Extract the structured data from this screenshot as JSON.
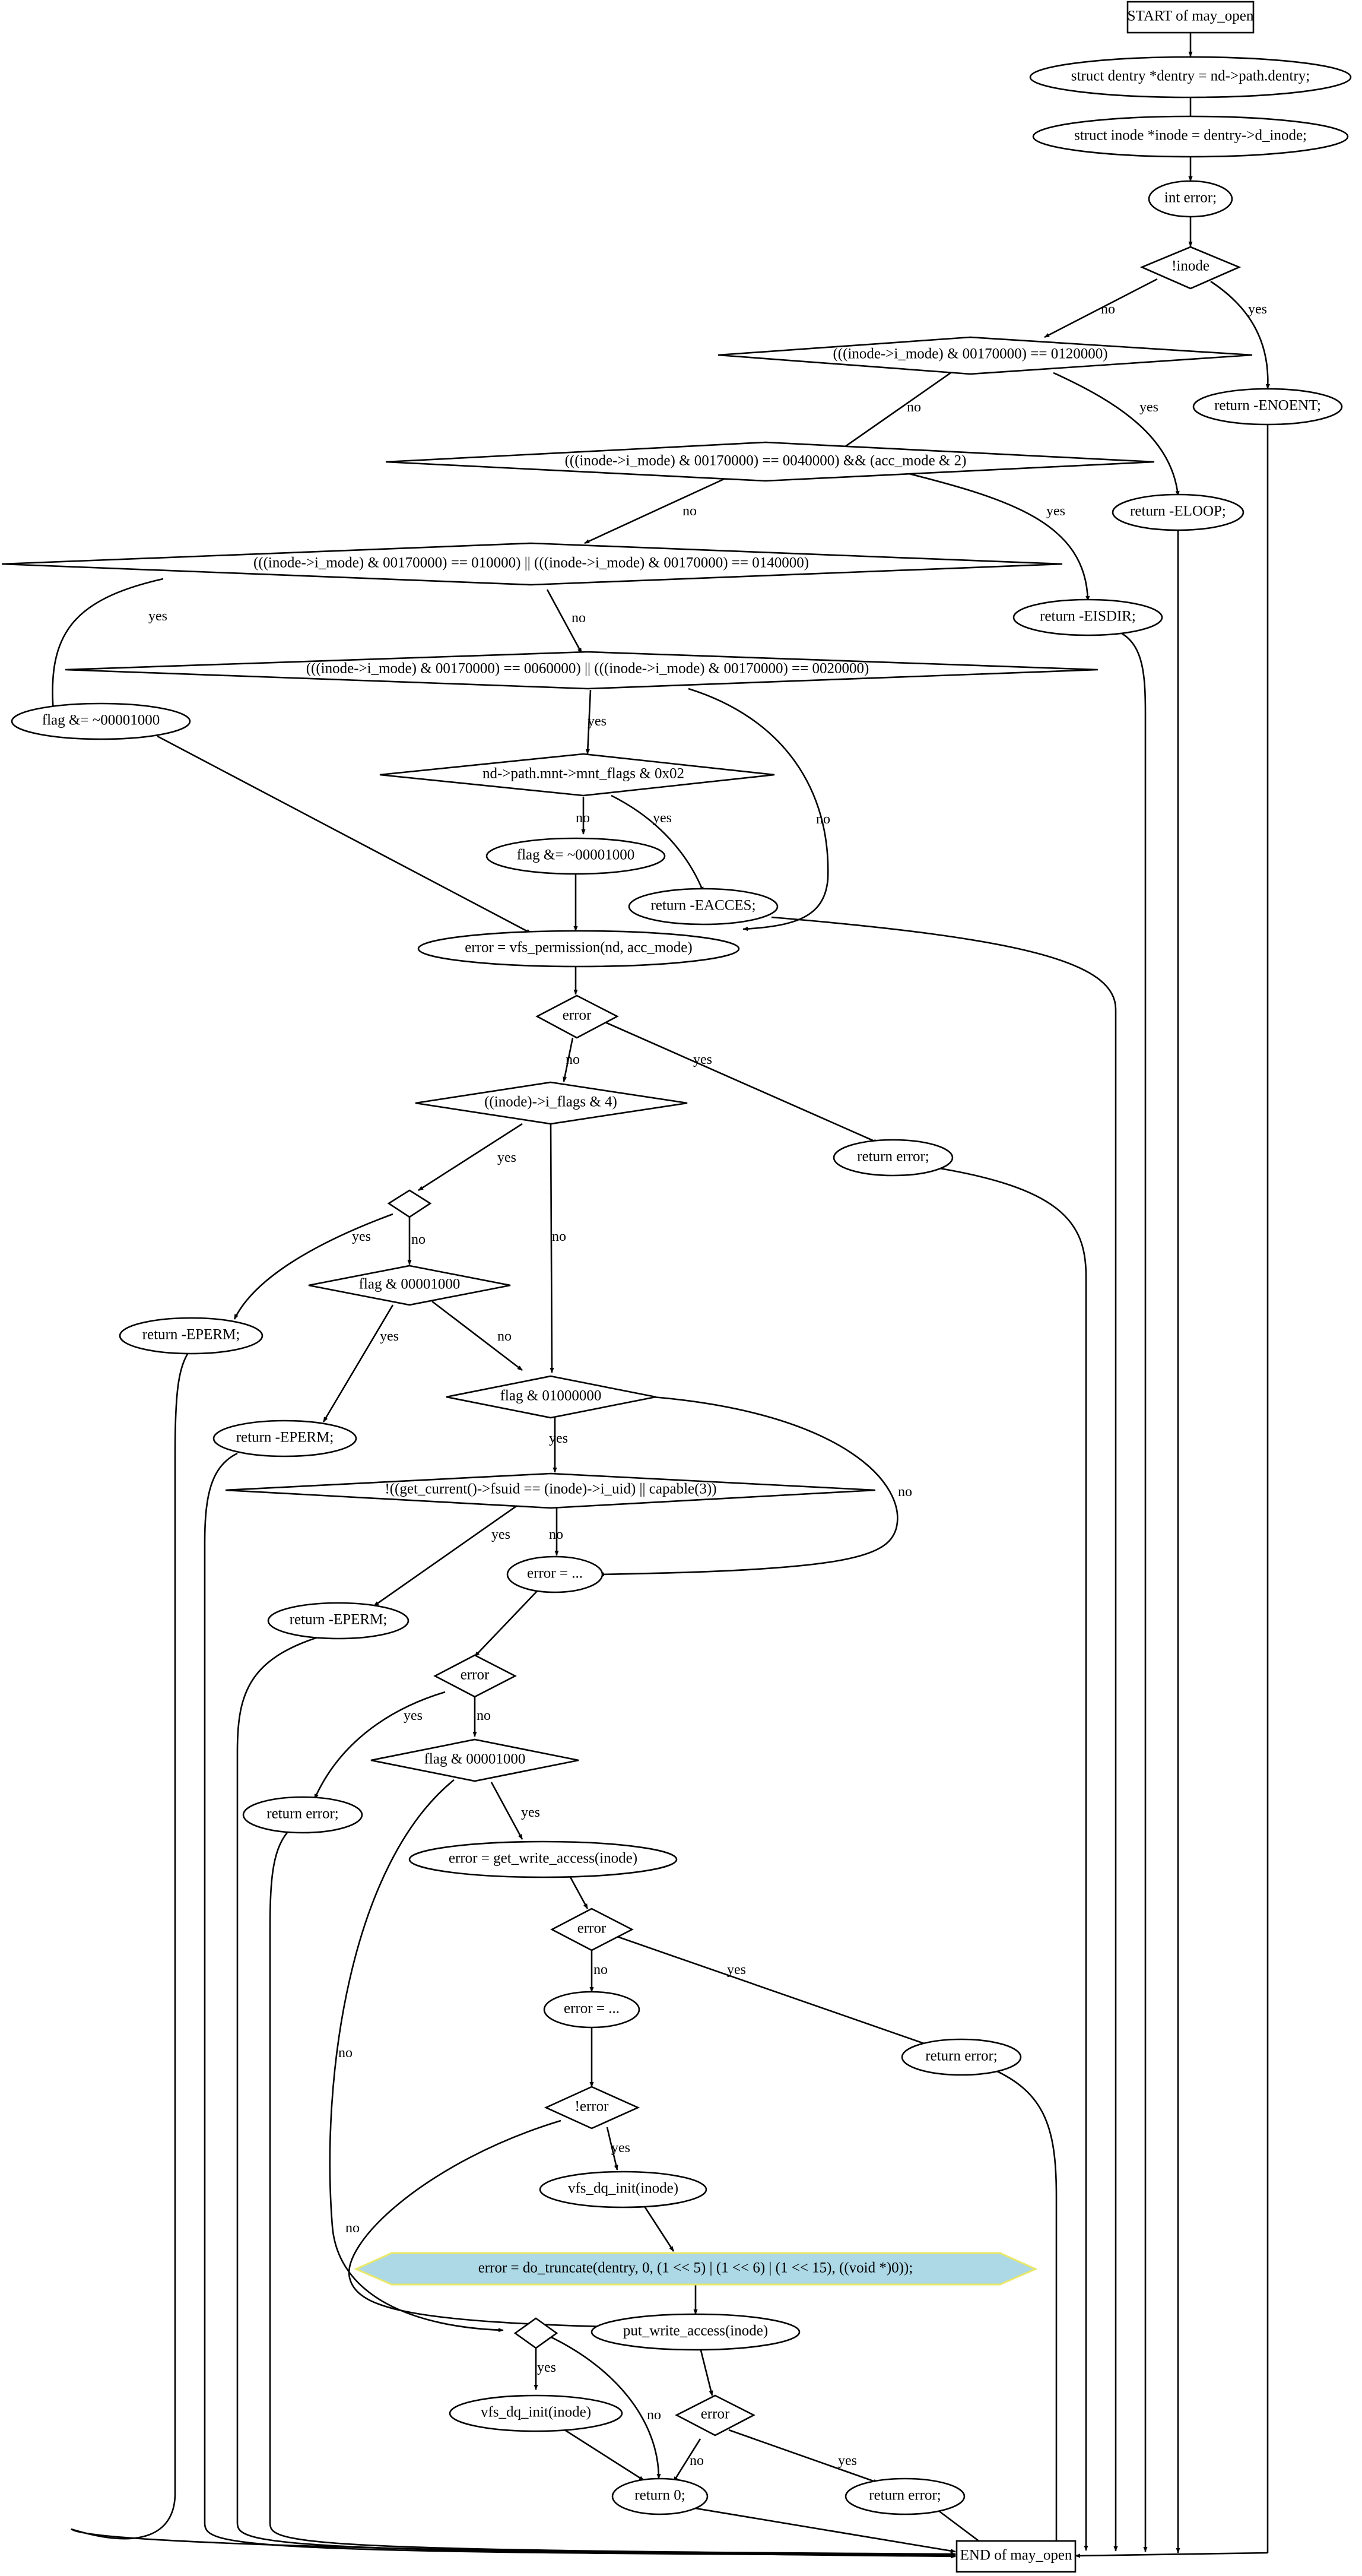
{
  "nodes": {
    "start": "START of may_open",
    "n_dentry": "struct dentry *dentry = nd->path.dentry;",
    "n_inode": "struct inode *inode = dentry->d_inode;",
    "n_int": "int error;",
    "d_inode": "!inode",
    "r_enoent": "return -ENOENT;",
    "d_lnk": "(((inode->i_mode) & 00170000) == 0120000)",
    "r_eloop": "return -ELOOP;",
    "d_dir": "(((inode->i_mode) & 00170000) == 0040000) && (acc_mode & 2)",
    "r_eisdir": "return -EISDIR;",
    "d_fifo": "(((inode->i_mode) & 00170000) == 010000) || (((inode->i_mode) & 00170000) == 0140000)",
    "f_flag1": "flag &= ~00001000",
    "d_blk": "(((inode->i_mode) & 00170000) == 0060000) || (((inode->i_mode) & 00170000) == 0020000)",
    "d_mnt": "nd->path.mnt->mnt_flags & 0x02",
    "f_flag2": "flag &= ~00001000",
    "r_eacces": "return -EACCES;",
    "n_vfsperm": "error = vfs_permission(nd, acc_mode)",
    "d_err1": "error",
    "r_err1": "return error;",
    "d_iflags": "((inode)->i_flags & 4)",
    "d_empty1": "",
    "r_eperm1": "return -EPERM;",
    "d_flag3": "flag & 00001000",
    "r_eperm2": "return -EPERM;",
    "d_flag4": "flag & 01000000",
    "d_fsuid": "!((get_current()->fsuid == (inode)->i_uid) || capable(3))",
    "r_eperm3": "return -EPERM;",
    "n_err_a": "error = ...",
    "d_err2": "error",
    "r_err2": "return error;",
    "d_flag5": "flag & 00001000",
    "n_gwa": "error = get_write_access(inode)",
    "d_err3": "error",
    "r_err3": "return error;",
    "n_err_b": "error = ...",
    "d_noterr": "!error",
    "n_dq1": "vfs_dq_init(inode)",
    "n_trunc": "error = do_truncate(dentry, 0, (1 << 5) | (1 << 6) | (1 << 15), ((void *)0));",
    "n_pwa": "put_write_access(inode)",
    "d_empty2": "",
    "n_dq2": "vfs_dq_init(inode)",
    "d_err4": "error",
    "r_zero": "return 0;",
    "r_err4": "return error;",
    "end": "END of may_open"
  },
  "edges": {
    "yes": "yes",
    "no": "no"
  }
}
